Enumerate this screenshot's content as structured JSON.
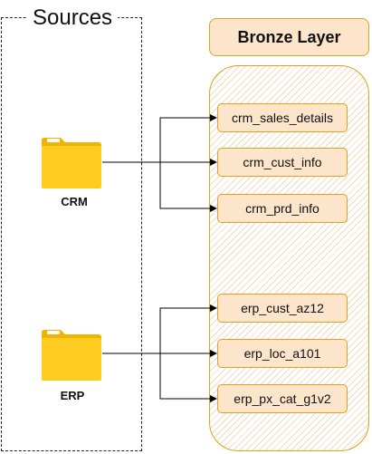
{
  "sources": {
    "title": "Sources",
    "items": [
      {
        "label": "CRM",
        "icon": "folder-icon"
      },
      {
        "label": "ERP",
        "icon": "folder-icon"
      }
    ]
  },
  "bronze": {
    "title": "Bronze Layer",
    "tables": [
      "crm_sales_details",
      "crm_cust_info",
      "crm_prd_info",
      "erp_cust_az12",
      "erp_loc_a101",
      "erp_px_cat_g1v2"
    ]
  },
  "colors": {
    "folder": "#ffc61a",
    "box_fill": "#fde5cc",
    "box_border": "#e0a020",
    "line": "#000000"
  }
}
